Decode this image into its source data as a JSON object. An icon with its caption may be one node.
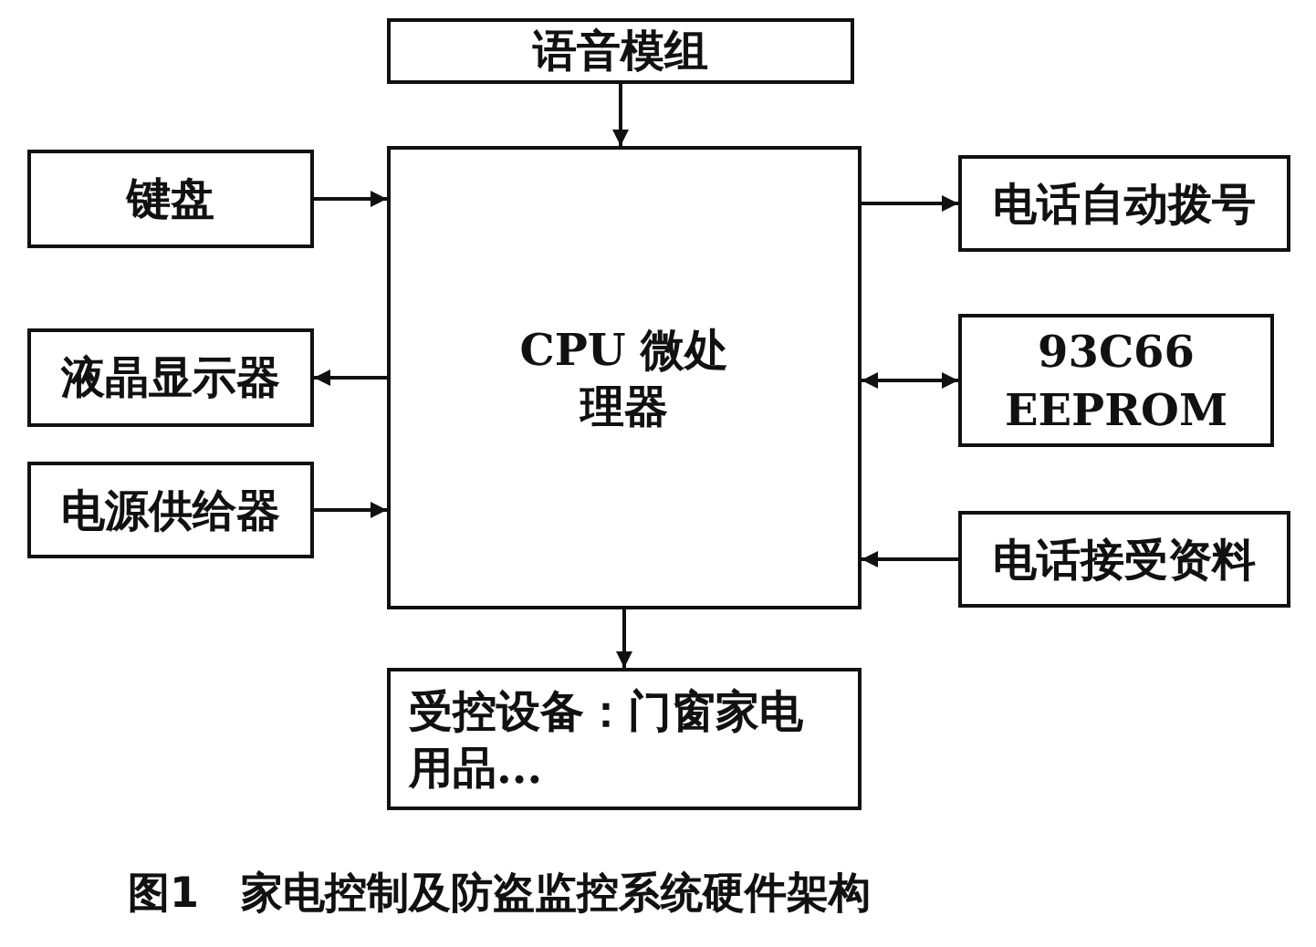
{
  "diagram": {
    "caption": "图1　家电控制及防盗监控系统硬件架构",
    "nodes": [
      {
        "text": [
          "语音模组"
        ]
      },
      {
        "text": [
          "键盘"
        ]
      },
      {
        "text": [
          "CPU 微处理器"
        ]
      },
      {
        "text": [
          "电话自动拨号"
        ]
      },
      {
        "text": [
          "液晶显示器"
        ]
      },
      {
        "text": [
          "93C66 EEPROM"
        ]
      },
      {
        "text": [
          "电源供给器"
        ]
      },
      {
        "text": [
          "电话接受资料"
        ]
      },
      {
        "text": [
          "受控设备：门窗家电用品..."
        ]
      }
    ],
    "edges": [
      {
        "from": 0,
        "to": 2,
        "arrow": "to"
      },
      {
        "from": 1,
        "to": 2,
        "arrow": "to"
      },
      {
        "from": 2,
        "to": 3,
        "arrow": "to"
      },
      {
        "from": 2,
        "to": 4,
        "arrow": "to"
      },
      {
        "from": 2,
        "to": 5,
        "arrow": "both"
      },
      {
        "from": 6,
        "to": 2,
        "arrow": "to"
      },
      {
        "from": 7,
        "to": 2,
        "arrow": "to"
      },
      {
        "from": 2,
        "to": 8,
        "arrow": "to"
      }
    ]
  }
}
